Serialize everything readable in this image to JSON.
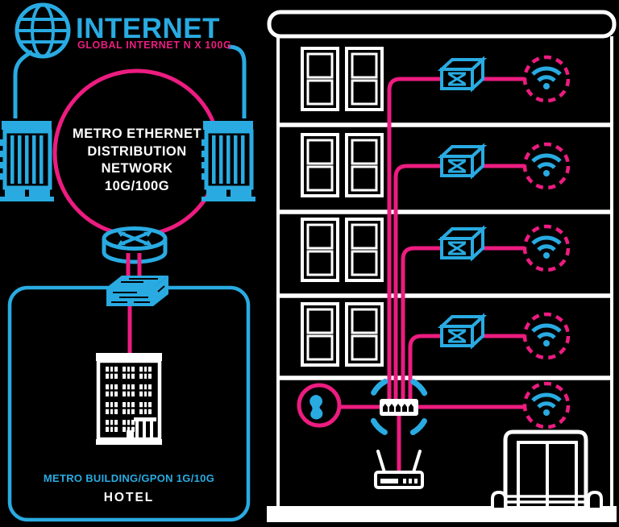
{
  "colors": {
    "cyan": "#29ABE2",
    "magenta": "#EC1C80",
    "white": "#FFFFFF",
    "black": "#000000"
  },
  "internet": {
    "title": "INTERNET",
    "subtitle": "GLOBAL INTERNET N X 100G"
  },
  "metro_ring": {
    "lines": [
      "METRO ETHERNET",
      "DISTRIBUTION",
      "NETWORK",
      "10G/100G"
    ]
  },
  "hotel": {
    "caption": "METRO BUILDING/GPON 1G/10G",
    "label": "HOTEL"
  },
  "icons": {
    "globe-icon": "wireframe globe with meridians",
    "internet-building-icon": "cyan filled office building with window stripes",
    "router-icon": "cyan router cylinder with crossed arrows",
    "switch-icon": "cyan 3D switch box",
    "hotel-building-icon": "white hotel building with window grid and entrance",
    "apartment-window-icon": "white double-pane window outline",
    "media-converter-icon": "cyan 3D box with crossed-fibre symbol",
    "wifi-ap-icon": "cyan wifi arcs inside dashed magenta circle",
    "fiber-drop-icon": "cyan drop/bean logo inside magenta circle",
    "access-switch-icon": "white patch switch with cyan highlight brackets",
    "wifi-router-icon": "white router with two antennas",
    "entrance-door-icon": "white double entrance door with bollards"
  },
  "building": {
    "floors": [
      {
        "level": "floor-top",
        "windows": 2,
        "devices": [
          "media-converter-icon",
          "wifi-ap-icon"
        ]
      },
      {
        "level": "floor-2",
        "windows": 2,
        "devices": [
          "media-converter-icon",
          "wifi-ap-icon"
        ]
      },
      {
        "level": "floor-3",
        "windows": 2,
        "devices": [
          "media-converter-icon",
          "wifi-ap-icon"
        ]
      },
      {
        "level": "floor-4",
        "windows": 2,
        "devices": [
          "media-converter-icon",
          "wifi-ap-icon"
        ]
      }
    ],
    "ground": {
      "devices": [
        "fiber-drop-icon",
        "access-switch-icon",
        "wifi-ap-icon",
        "wifi-router-icon",
        "entrance-door-icon"
      ]
    }
  }
}
